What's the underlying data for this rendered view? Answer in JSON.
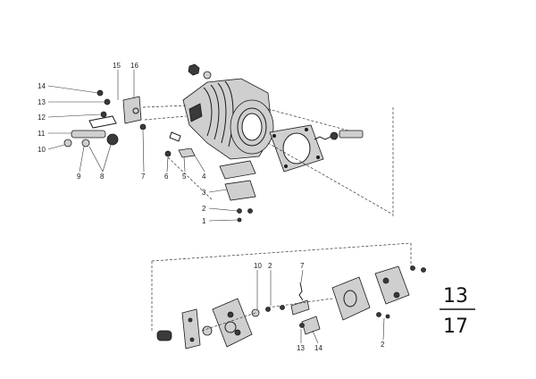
{
  "group_number": {
    "top": "13",
    "bottom": "17"
  },
  "top_callouts": [
    "15",
    "16",
    "14",
    "13",
    "12",
    "11",
    "10",
    "9",
    "8",
    "7",
    "6",
    "5",
    "4",
    "3",
    "2",
    "1"
  ],
  "bottom_callouts": [
    "10",
    "2",
    "7",
    "13",
    "14",
    "2"
  ]
}
